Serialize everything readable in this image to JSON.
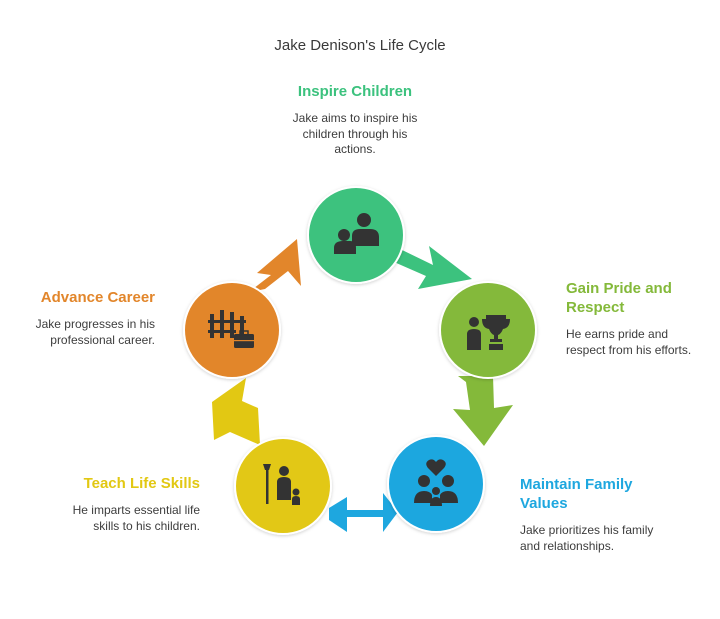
{
  "title": "Jake Denison's Life Cycle",
  "stages": [
    {
      "title": "Inspire Children",
      "desc": "Jake aims to inspire his children through his actions.",
      "color": "#3cc27e",
      "icon": "parent-child-icon"
    },
    {
      "title": "Gain Pride and Respect",
      "desc": "He earns pride and respect from his efforts.",
      "color": "#84b93a",
      "icon": "trophy-person-icon"
    },
    {
      "title": "Maintain Family Values",
      "desc": "Jake prioritizes his family and relationships.",
      "color": "#1ea7df",
      "icon": "family-heart-icon"
    },
    {
      "title": "Teach Life Skills",
      "desc": "He imparts essential life skills to his children.",
      "color": "#e2c813",
      "icon": "fishing-teacher-icon"
    },
    {
      "title": "Advance Career",
      "desc": "Jake progresses in his professional career.",
      "color": "#e2862b",
      "icon": "career-briefcase-icon"
    }
  ]
}
